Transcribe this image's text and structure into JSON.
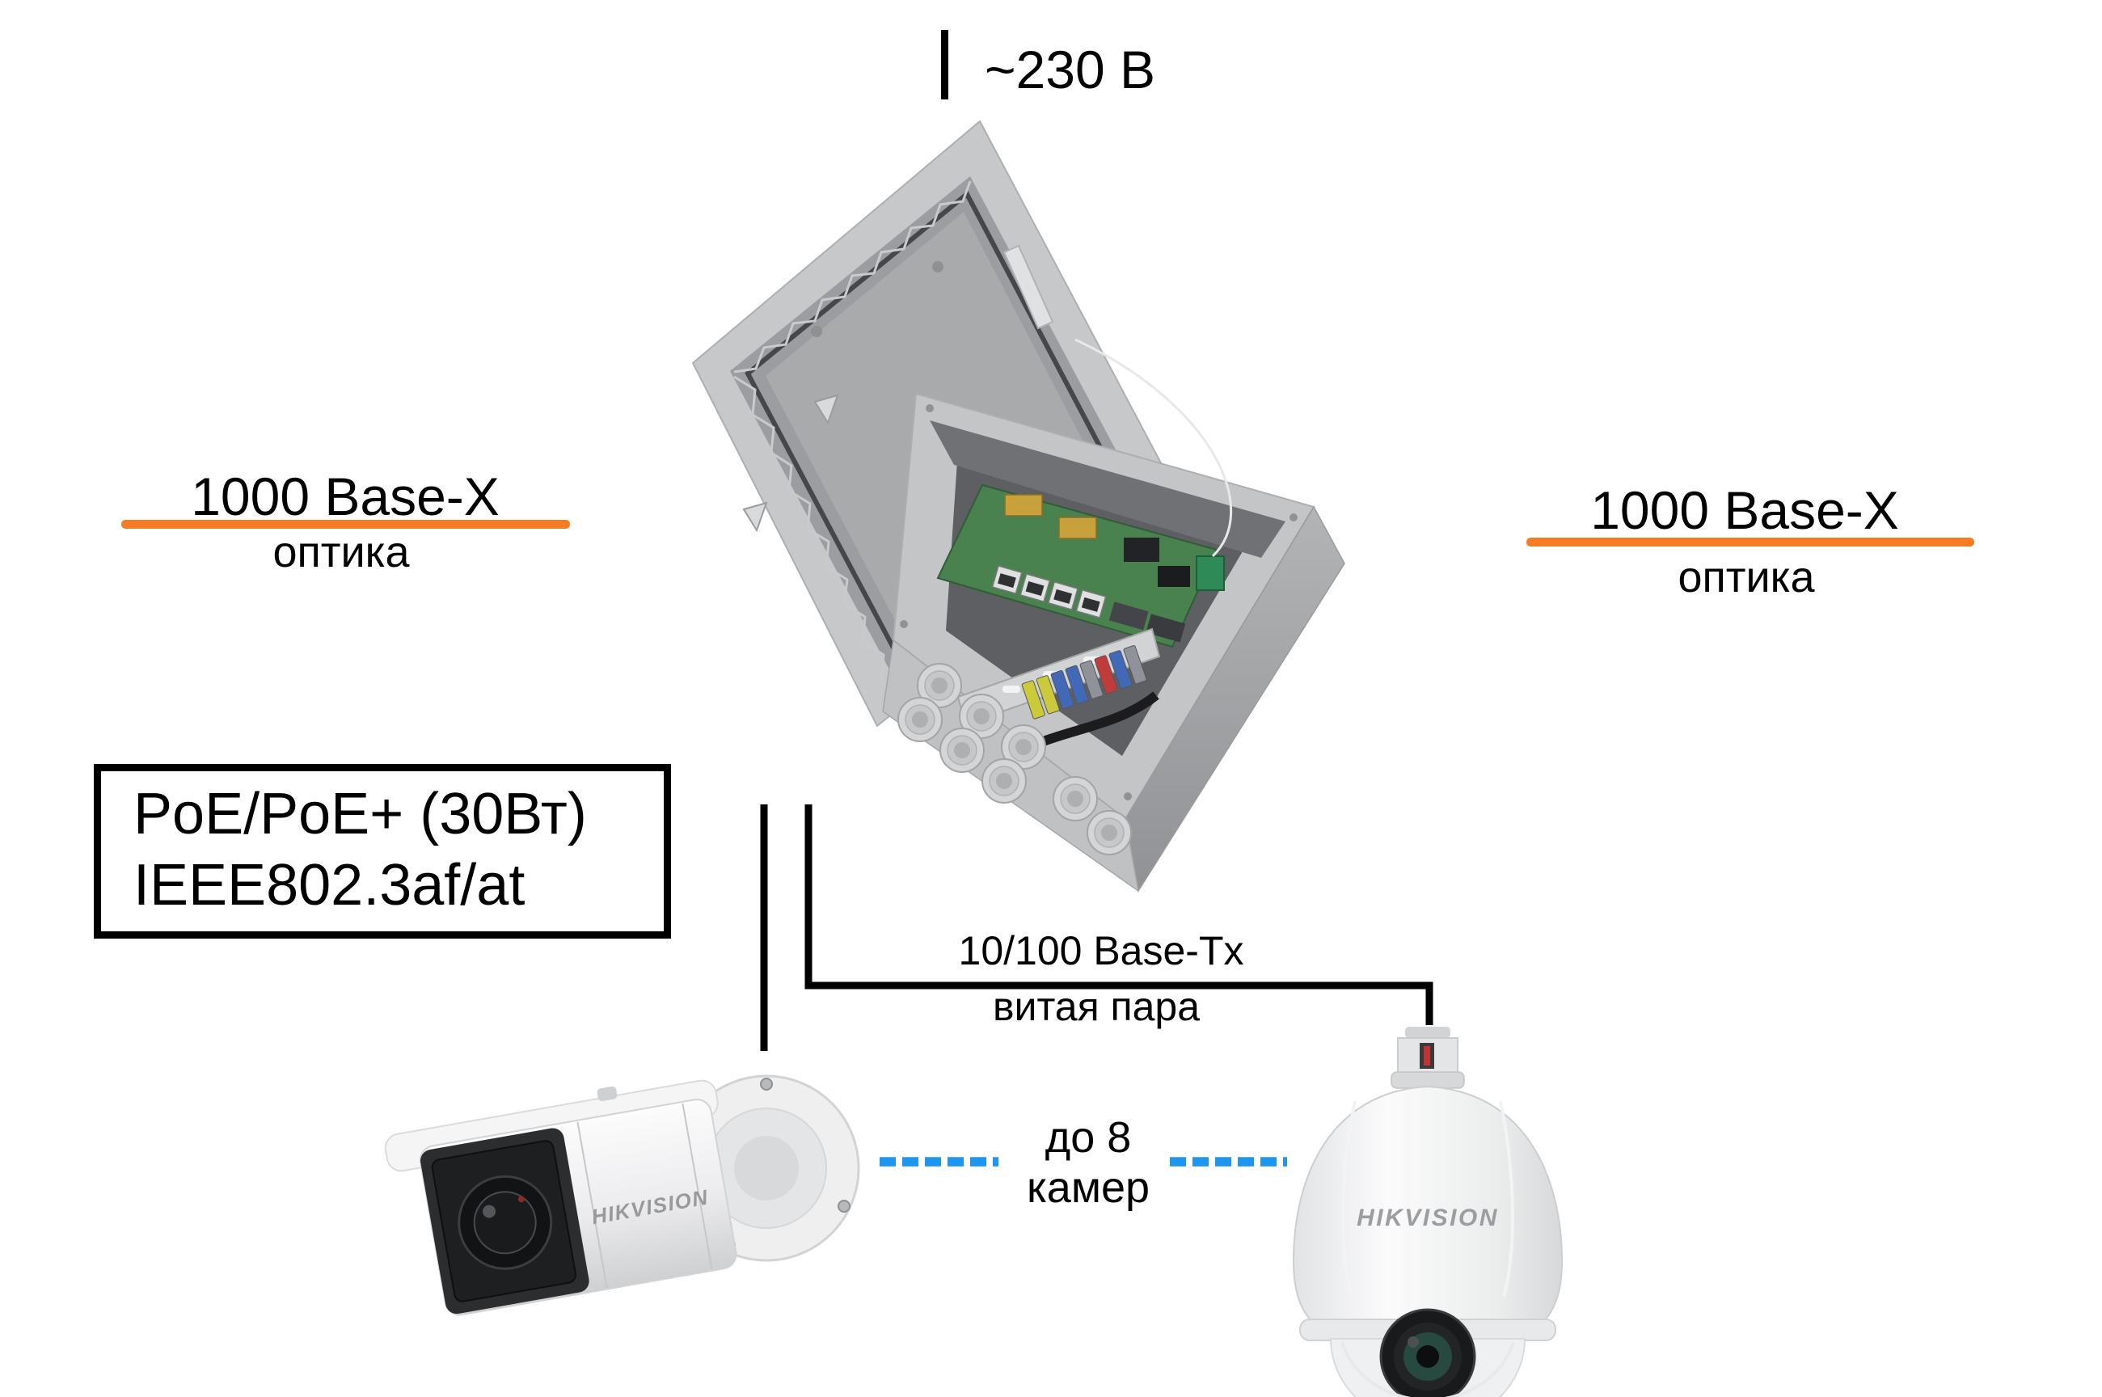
{
  "diagram": {
    "power_label": "~230 В",
    "left_link": {
      "title": "1000 Base-X",
      "subtitle": "оптика"
    },
    "right_link": {
      "title": "1000 Base-X",
      "subtitle": "оптика"
    },
    "poe_box": {
      "line1": "PoE/PoE+ (30Вт)",
      "line2": "IEEE802.3af/at"
    },
    "twisted_pair": {
      "title": "10/100 Base-Tx",
      "subtitle": "витая пара"
    },
    "capacity": {
      "line1": "до 8",
      "line2": "камер"
    },
    "bullet_camera_brand": "HIKVISION",
    "dome_camera_brand": "HIKVISION",
    "colors": {
      "optical_line": "#f57c24",
      "capacity_dash": "#1e96f0",
      "cable": "#000000"
    }
  }
}
